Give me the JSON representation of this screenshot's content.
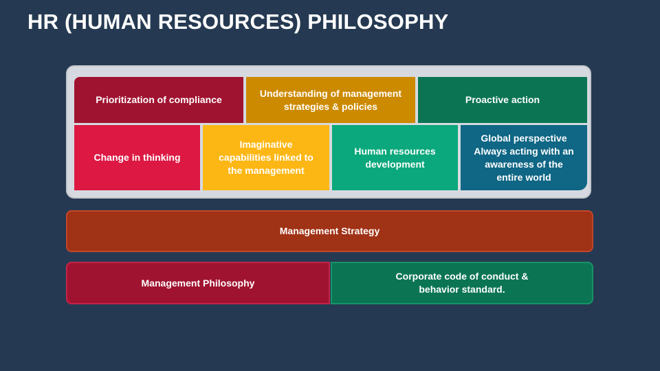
{
  "title": "HR (HUMAN RESOURCES) PHILOSOPHY",
  "top_row": [
    {
      "label": "Prioritization of compliance",
      "color": "#a01330"
    },
    {
      "label": "Understanding of management\nstrategies & policies",
      "color": "#cc8a00"
    },
    {
      "label": "Proactive action",
      "color": "#0b7553"
    }
  ],
  "second_row": [
    {
      "label": "Change in thinking",
      "color": "#dc1843"
    },
    {
      "label": "Imaginative\ncapabilities linked to\nthe management",
      "color": "#fdb714"
    },
    {
      "label": "Human resources\ndevelopment",
      "color": "#0aa87c"
    },
    {
      "label": "Global perspective\nAlways acting with an\nawareness of the\nentire world",
      "color": "#0f6685"
    }
  ],
  "management_strategy": {
    "label": "Management Strategy",
    "color": "#a03216"
  },
  "management_philosophy": {
    "label": "Management Philosophy",
    "color": "#a01330"
  },
  "corporate_code": {
    "label": "Corporate code of conduct &\nbehavior standard.",
    "color": "#0b7553"
  }
}
